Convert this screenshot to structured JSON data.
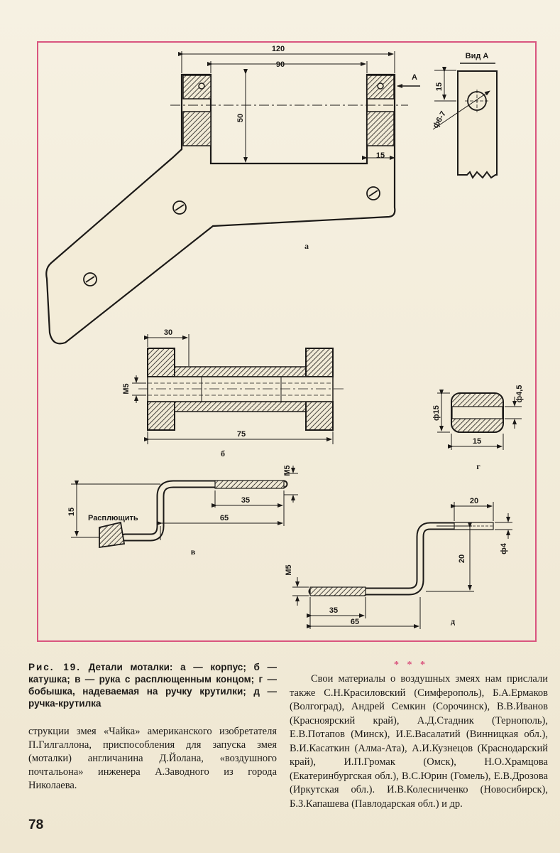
{
  "figure": {
    "dims": {
      "a_120": "120",
      "a_90": "90",
      "a_50": "50",
      "a_15": "15",
      "a_view_15": "15",
      "a_phi": "ф6-7",
      "a_arrow": "А",
      "view_label": "Вид А",
      "b_30": "30",
      "b_m5": "М5",
      "b_75": "75",
      "g_15h": "ф15",
      "g_45": "ф4,5",
      "g_15w": "15",
      "v_m5": "М5",
      "v_35": "35",
      "v_65": "65",
      "v_15": "15",
      "v_flatten": "Расплющить",
      "d_20a": "20",
      "d_20b": "20",
      "d_4": "ф4",
      "d_m5": "М5",
      "d_35": "35",
      "d_65": "65"
    },
    "labels": {
      "a": "а",
      "b": "б",
      "v": "в",
      "g": "г",
      "d": "д"
    }
  },
  "caption": {
    "lead": "Рис. 19.",
    "text": "Детали моталки: а — корпус; б — катушка; в — рука с расплющенным концом; г — бобышка, надеваемая на ручку крутилки; д — ручка-крутилка"
  },
  "left_text": "струкции змея «Чайка» американского изобретателя П.Гилгаллона, приспособления для запуска змея (моталки) англичанина Д.Йолана, «воздушного почтальона» инженера А.Заводного из города Николаева.",
  "separator": "* * *",
  "right_text": "Свои материалы о воздушных змеях нам прислали также С.Н.Красиловский (Симферополь), Б.А.Ермаков (Волгоград), Андрей Семкин (Сорочинск), В.В.Иванов (Красноярский край), А.Д.Стадник (Тернополь), Е.В.Потапов (Минск), И.Е.Васалатий (Винницкая обл.), В.И.Касаткин (Алма-Ата), А.И.Кузнецов (Краснодарский край), И.П.Громак (Омск), Н.О.Храмцова (Екатеринбургская обл.), В.С.Юрин (Гомель), Е.В.Дрозова (Иркутская обл.). И.В.Колесниченко (Новосибирск), Б.З.Капашева (Павлодарская обл.) и др.",
  "page_number": "78",
  "colors": {
    "accent": "#d9557f",
    "ink": "#1c1a18",
    "paper": "#f4eedc"
  }
}
